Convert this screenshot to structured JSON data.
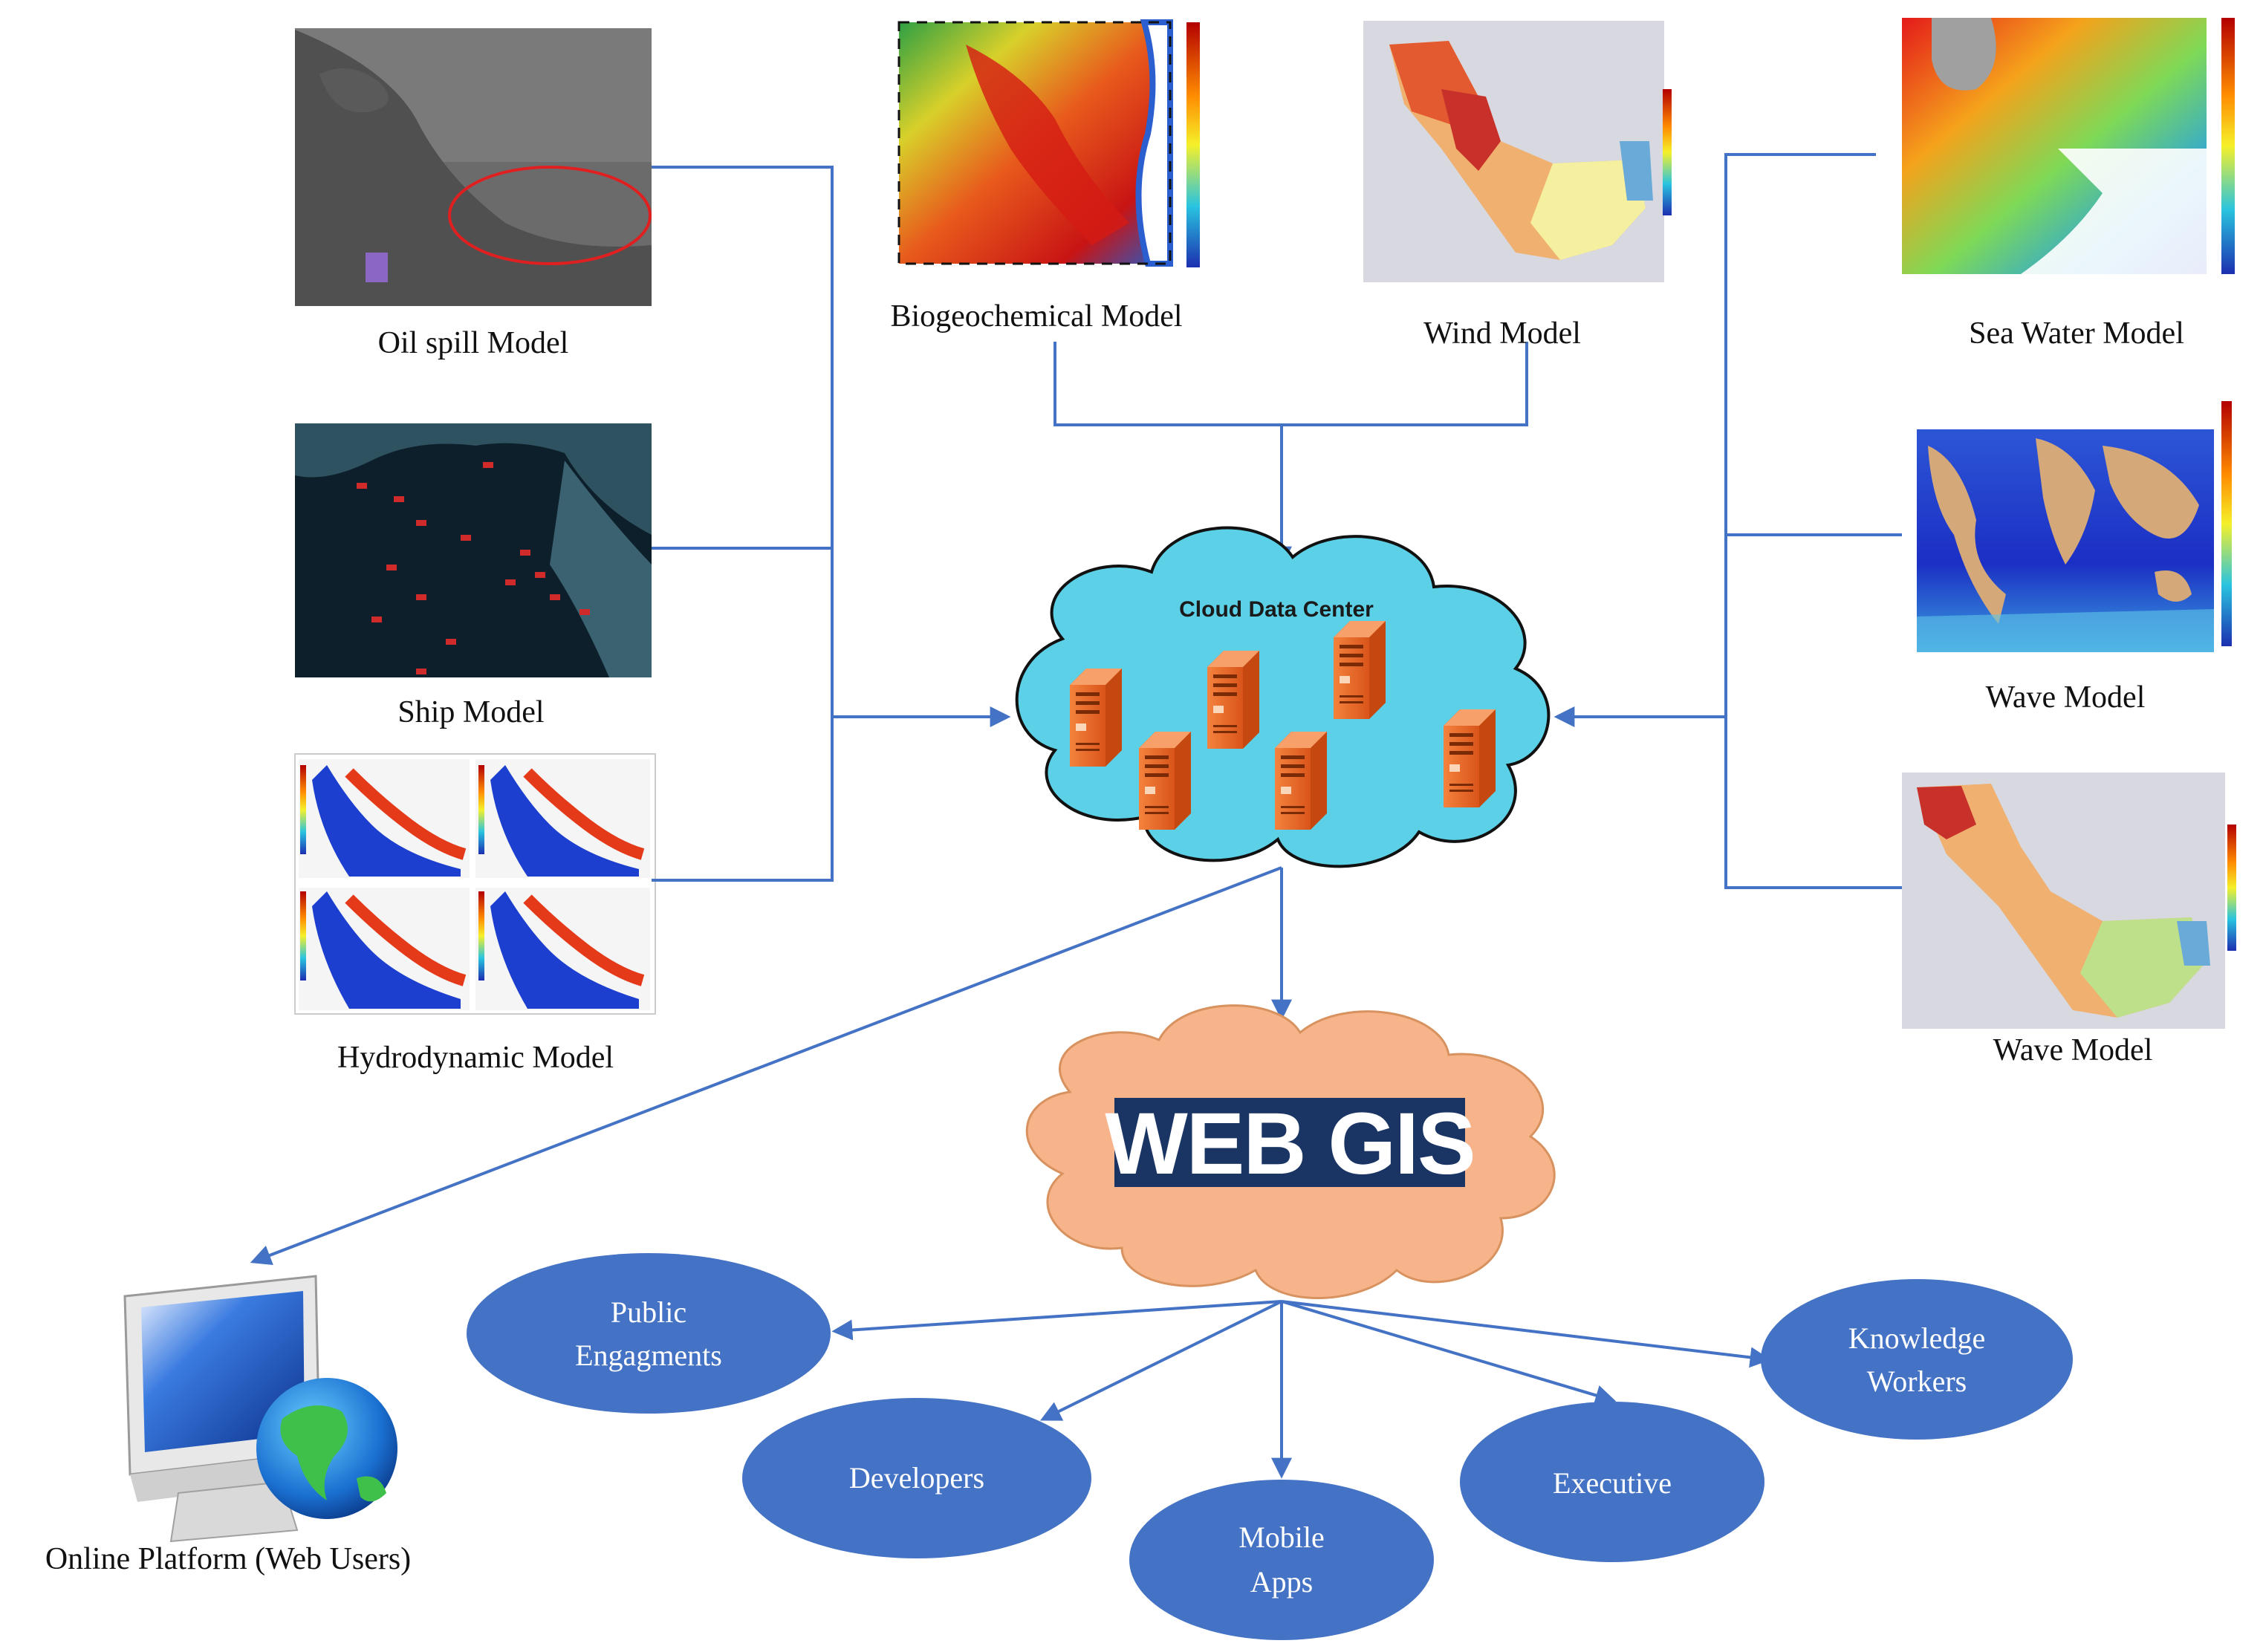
{
  "models": {
    "oil_spill": "Oil spill Model",
    "ship": "Ship Model",
    "hydrodynamic": "Hydrodynamic Model",
    "biogeochemical": "Biogeochemical Model",
    "wind": "Wind Model",
    "sea_water": "Sea Water Model",
    "wave_1": "Wave Model",
    "wave_2": "Wave Model"
  },
  "cloud": {
    "title": "Cloud Data Center"
  },
  "webgis": {
    "title": "WEB GIS"
  },
  "online_platform": "Online Platform (Web Users)",
  "users": {
    "public": [
      "Public",
      "Engagments"
    ],
    "developers": [
      "Developers"
    ],
    "mobile": [
      "Mobile",
      "Apps"
    ],
    "executive": [
      "Executive"
    ],
    "knowledge": [
      "Knowledge",
      "Workers"
    ]
  },
  "colors": {
    "arrow": "#4472c4",
    "ellipse_fill": "#4472c4",
    "cloud_fill": "#5bd0e6",
    "webgis_cloud_fill": "#f7b48a",
    "webgis_banner": "#1a3564",
    "server": "#ee6f2b"
  }
}
